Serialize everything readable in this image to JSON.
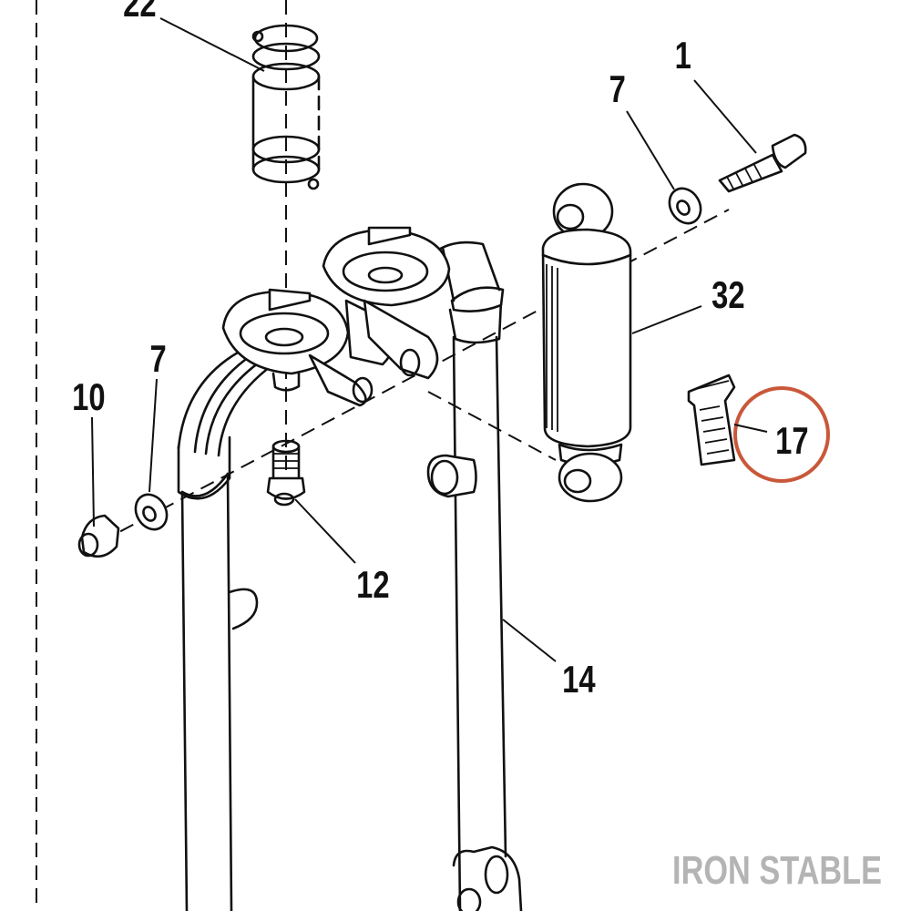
{
  "callouts": {
    "c22": "22",
    "c1": "1",
    "c7_top": "7",
    "c32": "32",
    "c7_left": "7",
    "c10": "10",
    "c17": "17",
    "c12": "12",
    "c14": "14"
  },
  "highlight_color": "#c9583a",
  "watermark": "IRON STABLE"
}
